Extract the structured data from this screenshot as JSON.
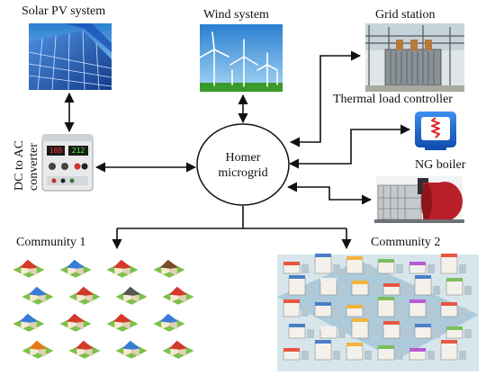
{
  "hub": {
    "line1": "Homer",
    "line2": "microgrid"
  },
  "labels": {
    "solar": "Solar PV system",
    "wind": "Wind system",
    "grid": "Grid station",
    "thermal": "Thermal load controller",
    "boiler": "NG boiler",
    "converter_line1": "DC to AC",
    "converter_line2": "converter",
    "community1": "Community 1",
    "community2": "Community 2"
  },
  "converter_display": {
    "left": "188",
    "right": "212"
  },
  "colors": {
    "arrow": "#111111",
    "solar_panel": "#1d4fa8",
    "sky": "#6fb2e6",
    "grass": "#3a9a2a",
    "roof_red": "#d23a2a",
    "roof_blue": "#3a7bd5",
    "thermal_bg": "#1f6fd1",
    "thermal_coil": "#e02020",
    "ng_boiler": "#b8202a"
  },
  "icons": {
    "converter": "power-supply-icon",
    "thermal": "thermostat-icon",
    "boiler": "boiler-icon"
  }
}
